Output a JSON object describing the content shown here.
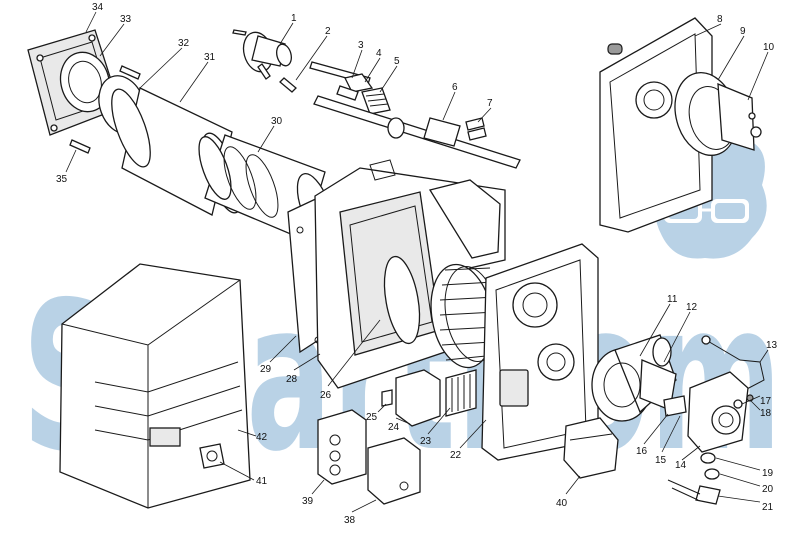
{
  "watermark": {
    "text": "SmartHom",
    "color": "#b9d2e6"
  },
  "callouts": [
    {
      "id": "1",
      "label": "1"
    },
    {
      "id": "2",
      "label": "2"
    },
    {
      "id": "3",
      "label": "3"
    },
    {
      "id": "4",
      "label": "4"
    },
    {
      "id": "5",
      "label": "5"
    },
    {
      "id": "6",
      "label": "6"
    },
    {
      "id": "7",
      "label": "7"
    },
    {
      "id": "8",
      "label": "8"
    },
    {
      "id": "9",
      "label": "9"
    },
    {
      "id": "10",
      "label": "10"
    },
    {
      "id": "11",
      "label": "11"
    },
    {
      "id": "12",
      "label": "12"
    },
    {
      "id": "13",
      "label": "13"
    },
    {
      "id": "14",
      "label": "14"
    },
    {
      "id": "15",
      "label": "15"
    },
    {
      "id": "16",
      "label": "16"
    },
    {
      "id": "17",
      "label": "17"
    },
    {
      "id": "18",
      "label": "18"
    },
    {
      "id": "19",
      "label": "19"
    },
    {
      "id": "20",
      "label": "20"
    },
    {
      "id": "21",
      "label": "21"
    },
    {
      "id": "22",
      "label": "22"
    },
    {
      "id": "23",
      "label": "23"
    },
    {
      "id": "24",
      "label": "24"
    },
    {
      "id": "25",
      "label": "25"
    },
    {
      "id": "26",
      "label": "26"
    },
    {
      "id": "28",
      "label": "28"
    },
    {
      "id": "29",
      "label": "29"
    },
    {
      "id": "30",
      "label": "30"
    },
    {
      "id": "31",
      "label": "31"
    },
    {
      "id": "32",
      "label": "32"
    },
    {
      "id": "33",
      "label": "33"
    },
    {
      "id": "34",
      "label": "34"
    },
    {
      "id": "35",
      "label": "35"
    },
    {
      "id": "38",
      "label": "38"
    },
    {
      "id": "39",
      "label": "39"
    },
    {
      "id": "40",
      "label": "40"
    },
    {
      "id": "41",
      "label": "41"
    },
    {
      "id": "42",
      "label": "42"
    }
  ]
}
